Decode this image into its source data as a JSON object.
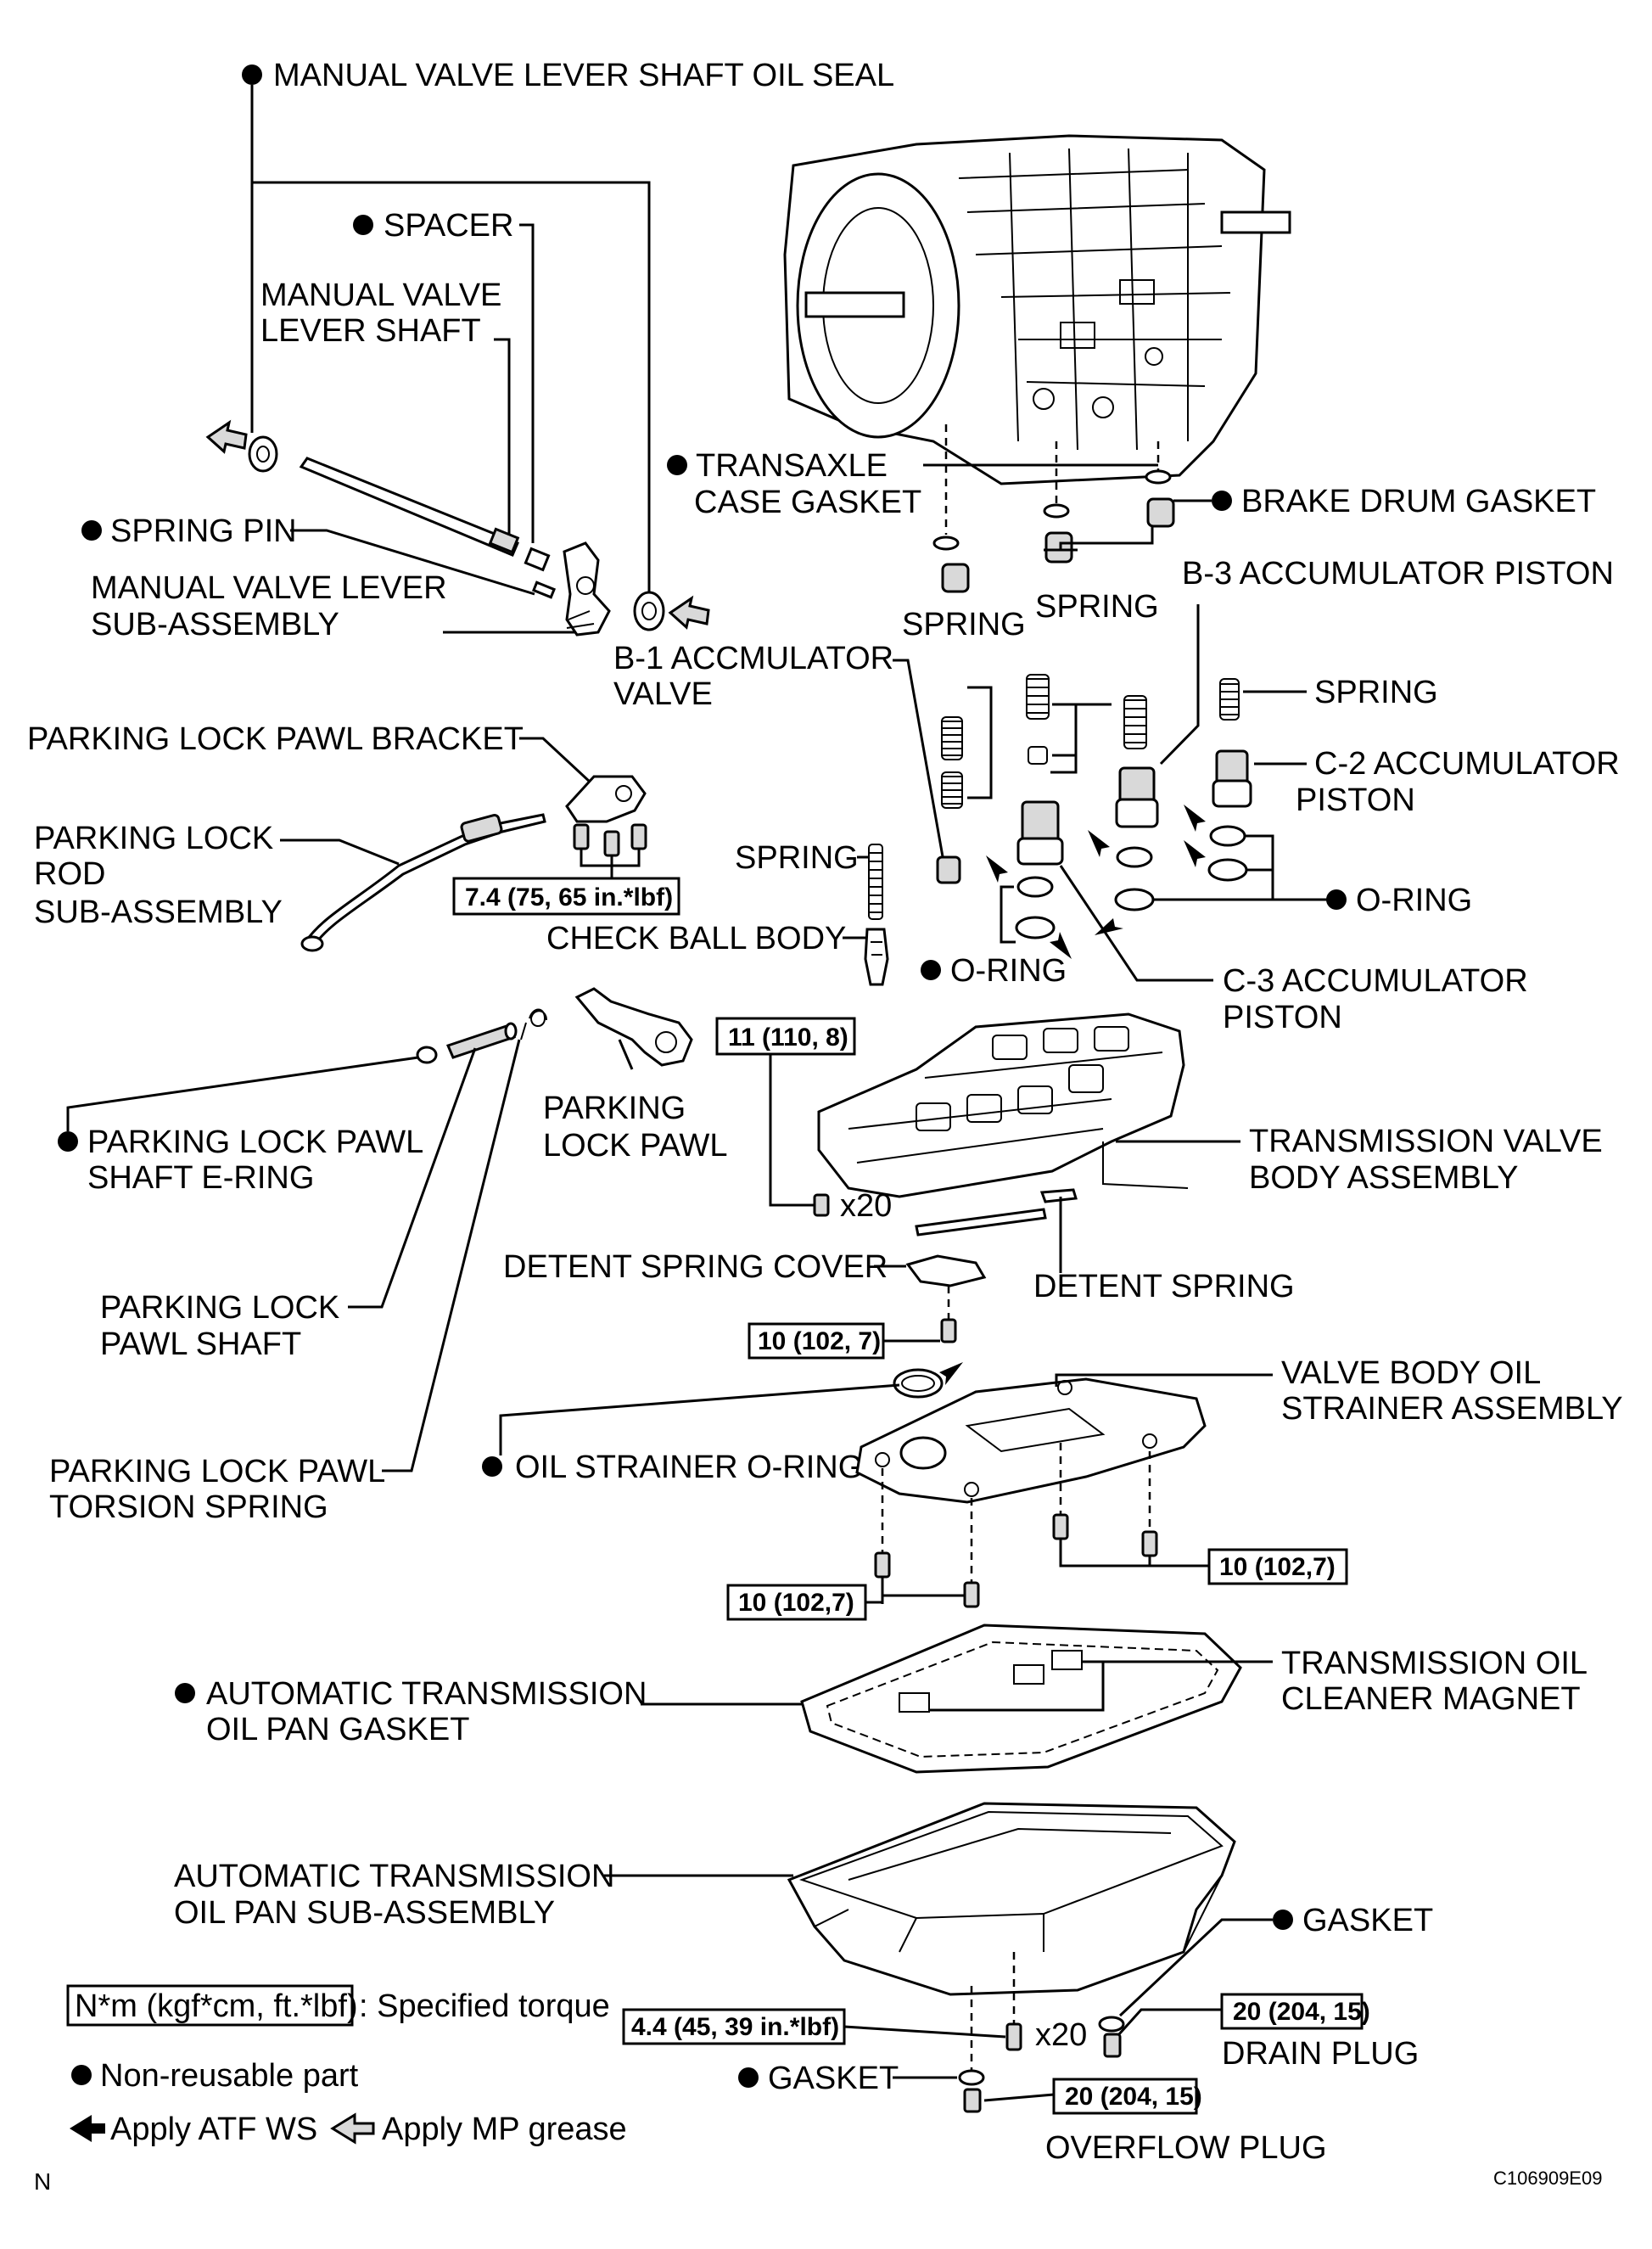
{
  "labels": {
    "manual_valve_lever_shaft_oil_seal": "MANUAL VALVE LEVER SHAFT OIL SEAL",
    "spacer": "SPACER",
    "manual_valve_lever_shaft_1": "MANUAL VALVE",
    "manual_valve_lever_shaft_2": "LEVER SHAFT",
    "spring_pin": "SPRING PIN",
    "manual_valve_lever_sub_1": "MANUAL VALVE LEVER",
    "manual_valve_lever_sub_2": "SUB-ASSEMBLY",
    "transaxle_case_gasket_1": "TRANSAXLE",
    "transaxle_case_gasket_2": "CASE GASKET",
    "brake_drum_gasket": "BRAKE DRUM GASKET",
    "b3_accumulator_piston": "B-3 ACCUMULATOR PISTON",
    "spring_a": "SPRING",
    "spring_b": "SPRING",
    "b1_accumulator_valve_1": "B-1 ACCMULATOR",
    "b1_accumulator_valve_2": "VALVE",
    "spring_c": "SPRING",
    "c2_accumulator_piston_1": "C-2 ACCUMULATOR",
    "c2_accumulator_piston_2": "PISTON",
    "parking_lock_pawl_bracket": "PARKING LOCK PAWL BRACKET",
    "parking_lock_rod_1": "PARKING LOCK",
    "parking_lock_rod_2": "ROD",
    "parking_lock_rod_3": "SUB-ASSEMBLY",
    "spring_d": "SPRING",
    "o_ring_right": "O-RING",
    "check_ball_body": "CHECK BALL BODY",
    "o_ring_left": "O-RING",
    "c3_accumulator_piston_1": "C-3 ACCUMULATOR",
    "c3_accumulator_piston_2": "PISTON",
    "parking_lock_pawl_1": "PARKING",
    "parking_lock_pawl_2": "LOCK PAWL",
    "pawl_shaft_e_ring_1": "PARKING LOCK PAWL",
    "pawl_shaft_e_ring_2": "SHAFT E-RING",
    "transmission_valve_body_1": "TRANSMISSION VALVE",
    "transmission_valve_body_2": "BODY ASSEMBLY",
    "x20_a": "x20",
    "detent_spring_cover": "DETENT SPRING COVER",
    "detent_spring": "DETENT SPRING",
    "parking_lock_pawl_shaft_1": "PARKING LOCK",
    "parking_lock_pawl_shaft_2": "PAWL SHAFT",
    "valve_body_oil_strainer_1": "VALVE BODY OIL",
    "valve_body_oil_strainer_2": "STRAINER ASSEMBLY",
    "torsion_spring_1": "PARKING LOCK PAWL",
    "torsion_spring_2": "TORSION SPRING",
    "oil_strainer_o_ring": "OIL STRAINER O-RING",
    "oil_pan_gasket_1": "AUTOMATIC TRANSMISSION",
    "oil_pan_gasket_2": "OIL PAN GASKET",
    "cleaner_magnet_1": "TRANSMISSION OIL",
    "cleaner_magnet_2": "CLEANER MAGNET",
    "oil_pan_sub_1": "AUTOMATIC TRANSMISSION",
    "oil_pan_sub_2": "OIL PAN SUB-ASSEMBLY",
    "gasket_right": "GASKET",
    "x20_b": "x20",
    "drain_plug": "DRAIN PLUG",
    "gasket_left": "GASKET",
    "overflow_plug": "OVERFLOW PLUG"
  },
  "torques": {
    "bracket_bolts": "7.4 (75, 65 in.*lbf)",
    "valve_body_bolts": "11 (110, 8)",
    "cover_bolt": "10 (102, 7)",
    "strainer_bolts_right": "10 (102,7)",
    "strainer_bolts_left": "10 (102,7)",
    "pan_bolts": "4.4 (45, 39 in.*lbf)",
    "drain_plug": "20 (204, 15)",
    "overflow_plug": "20 (204, 15)"
  },
  "legend": {
    "torque_box": "N*m (kgf*cm, ft.*lbf)",
    "torque_desc": ": Specified torque",
    "non_reusable": "Non-reusable part",
    "apply_atf": "Apply ATF WS",
    "apply_grease": "Apply MP grease"
  },
  "footer": {
    "left_mark": "N",
    "figure_code": "C106909E09"
  }
}
